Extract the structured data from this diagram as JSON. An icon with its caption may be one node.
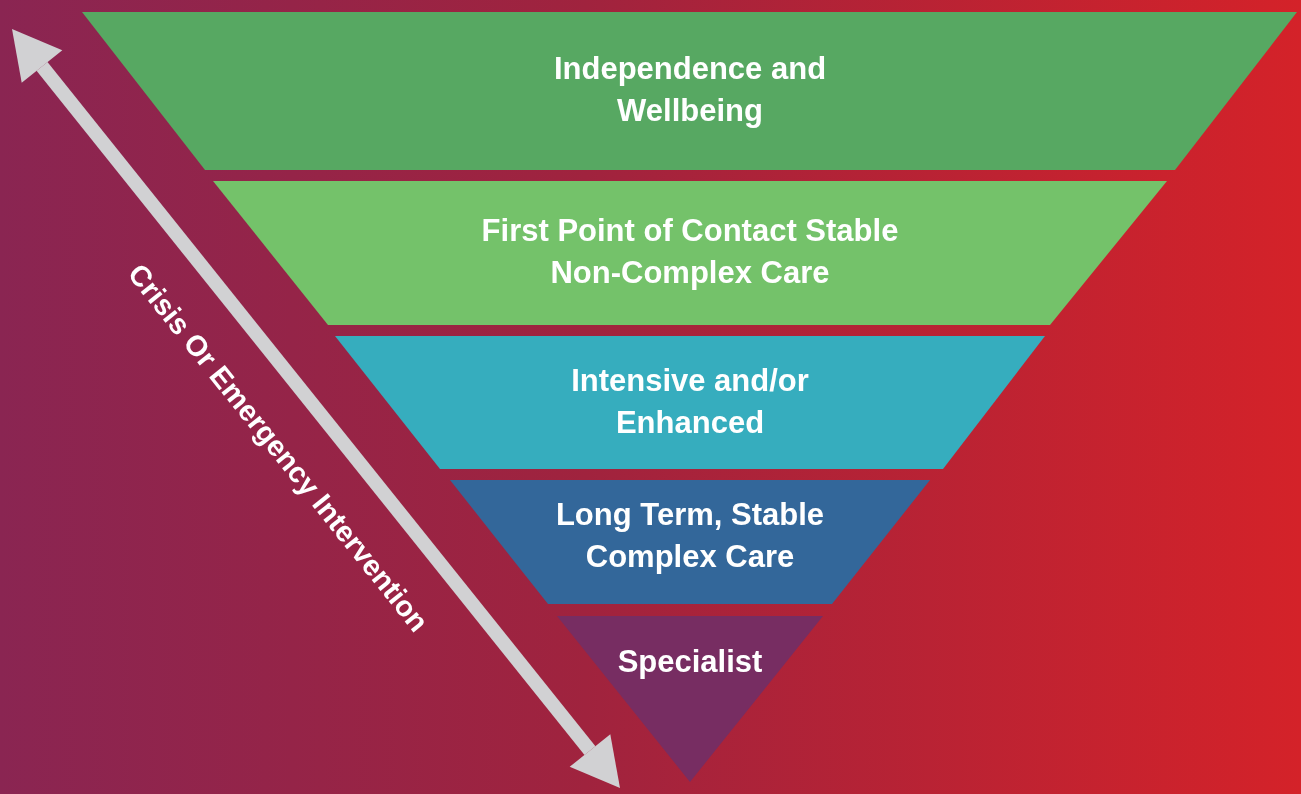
{
  "diagram": {
    "nodes": [
      {
        "text": [
          "Independence and Wellbeing"
        ]
      },
      {
        "text": [
          "First Point of Contact Stable Non-Complex Care"
        ]
      },
      {
        "text": [
          "Intensive and/or Enhanced"
        ]
      },
      {
        "text": [
          "Long Term, Stable Complex Care"
        ]
      },
      {
        "text": [
          "Specialist"
        ]
      }
    ],
    "labels": [
      "Crisis Or Emergency Intervention"
    ]
  }
}
